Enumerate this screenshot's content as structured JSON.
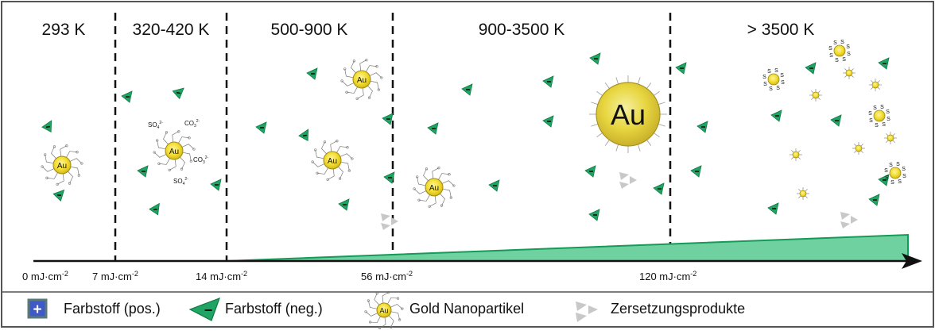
{
  "regions": [
    {
      "label": "293 K"
    },
    {
      "label": "320-420 K"
    },
    {
      "label": "500-900 K"
    },
    {
      "label": "900-3500 K"
    },
    {
      "label": "> 3500 K"
    }
  ],
  "axis_ticks": [
    {
      "base": "0 mJ·cm",
      "exp": "-2"
    },
    {
      "base": "7 mJ·cm",
      "exp": "-2"
    },
    {
      "base": "14 mJ·cm",
      "exp": "-2"
    },
    {
      "base": "56 mJ·cm",
      "exp": "-2"
    },
    {
      "base": "120 mJ·cm",
      "exp": "-2"
    }
  ],
  "ions": {
    "sulfate": {
      "base": "SO",
      "sub": "4",
      "sup": "2-"
    },
    "carbonate": {
      "base": "CO",
      "sub": "3",
      "sup": "2-"
    }
  },
  "particle_label": "Au",
  "thiol_label": "S",
  "legend": {
    "pos_dye": "Farbstoff (pos.)",
    "neg_dye": "Farbstoff (neg.)",
    "gold_np": "Gold Nanopartikel",
    "decomposition": "Zersetzungsprodukte",
    "plus_symbol": "+",
    "minus_symbol": "−"
  },
  "colors": {
    "dye_green": "#1fa463",
    "wedge_fill": "#6fd1a0",
    "wedge_stroke": "#159a58",
    "gold": "#f2dc2e",
    "gold_stroke": "#a08a10",
    "pos_dye_blue": "#3f59c7",
    "decomp_gray": "#c8c8c8",
    "frame": "#555555"
  }
}
